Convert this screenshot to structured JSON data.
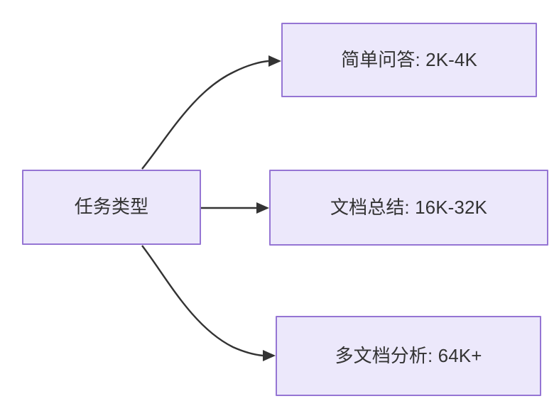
{
  "diagram": {
    "type": "flowchart",
    "direction": "left-to-right",
    "background_color": "#ffffff",
    "node_fill_color": "#ece8fb",
    "node_border_color": "#9575d4",
    "node_text_color": "#333333",
    "edge_color": "#333333",
    "root": {
      "id": "task-type",
      "label": "任务类型"
    },
    "branches": [
      {
        "id": "simple-qa",
        "label": "简单问答: 2K-4K",
        "task": "简单问答",
        "context_range": "2K-4K",
        "edge_style": "curved",
        "arrow": "solid-triangle"
      },
      {
        "id": "doc-summary",
        "label": "文档总结: 16K-32K",
        "task": "文档总结",
        "context_range": "16K-32K",
        "edge_style": "straight",
        "arrow": "solid-triangle"
      },
      {
        "id": "multidoc-analysis",
        "label": "多文档分析: 64K+",
        "task": "多文档分析",
        "context_range": "64K+",
        "edge_style": "curved",
        "arrow": "solid-triangle"
      }
    ]
  }
}
